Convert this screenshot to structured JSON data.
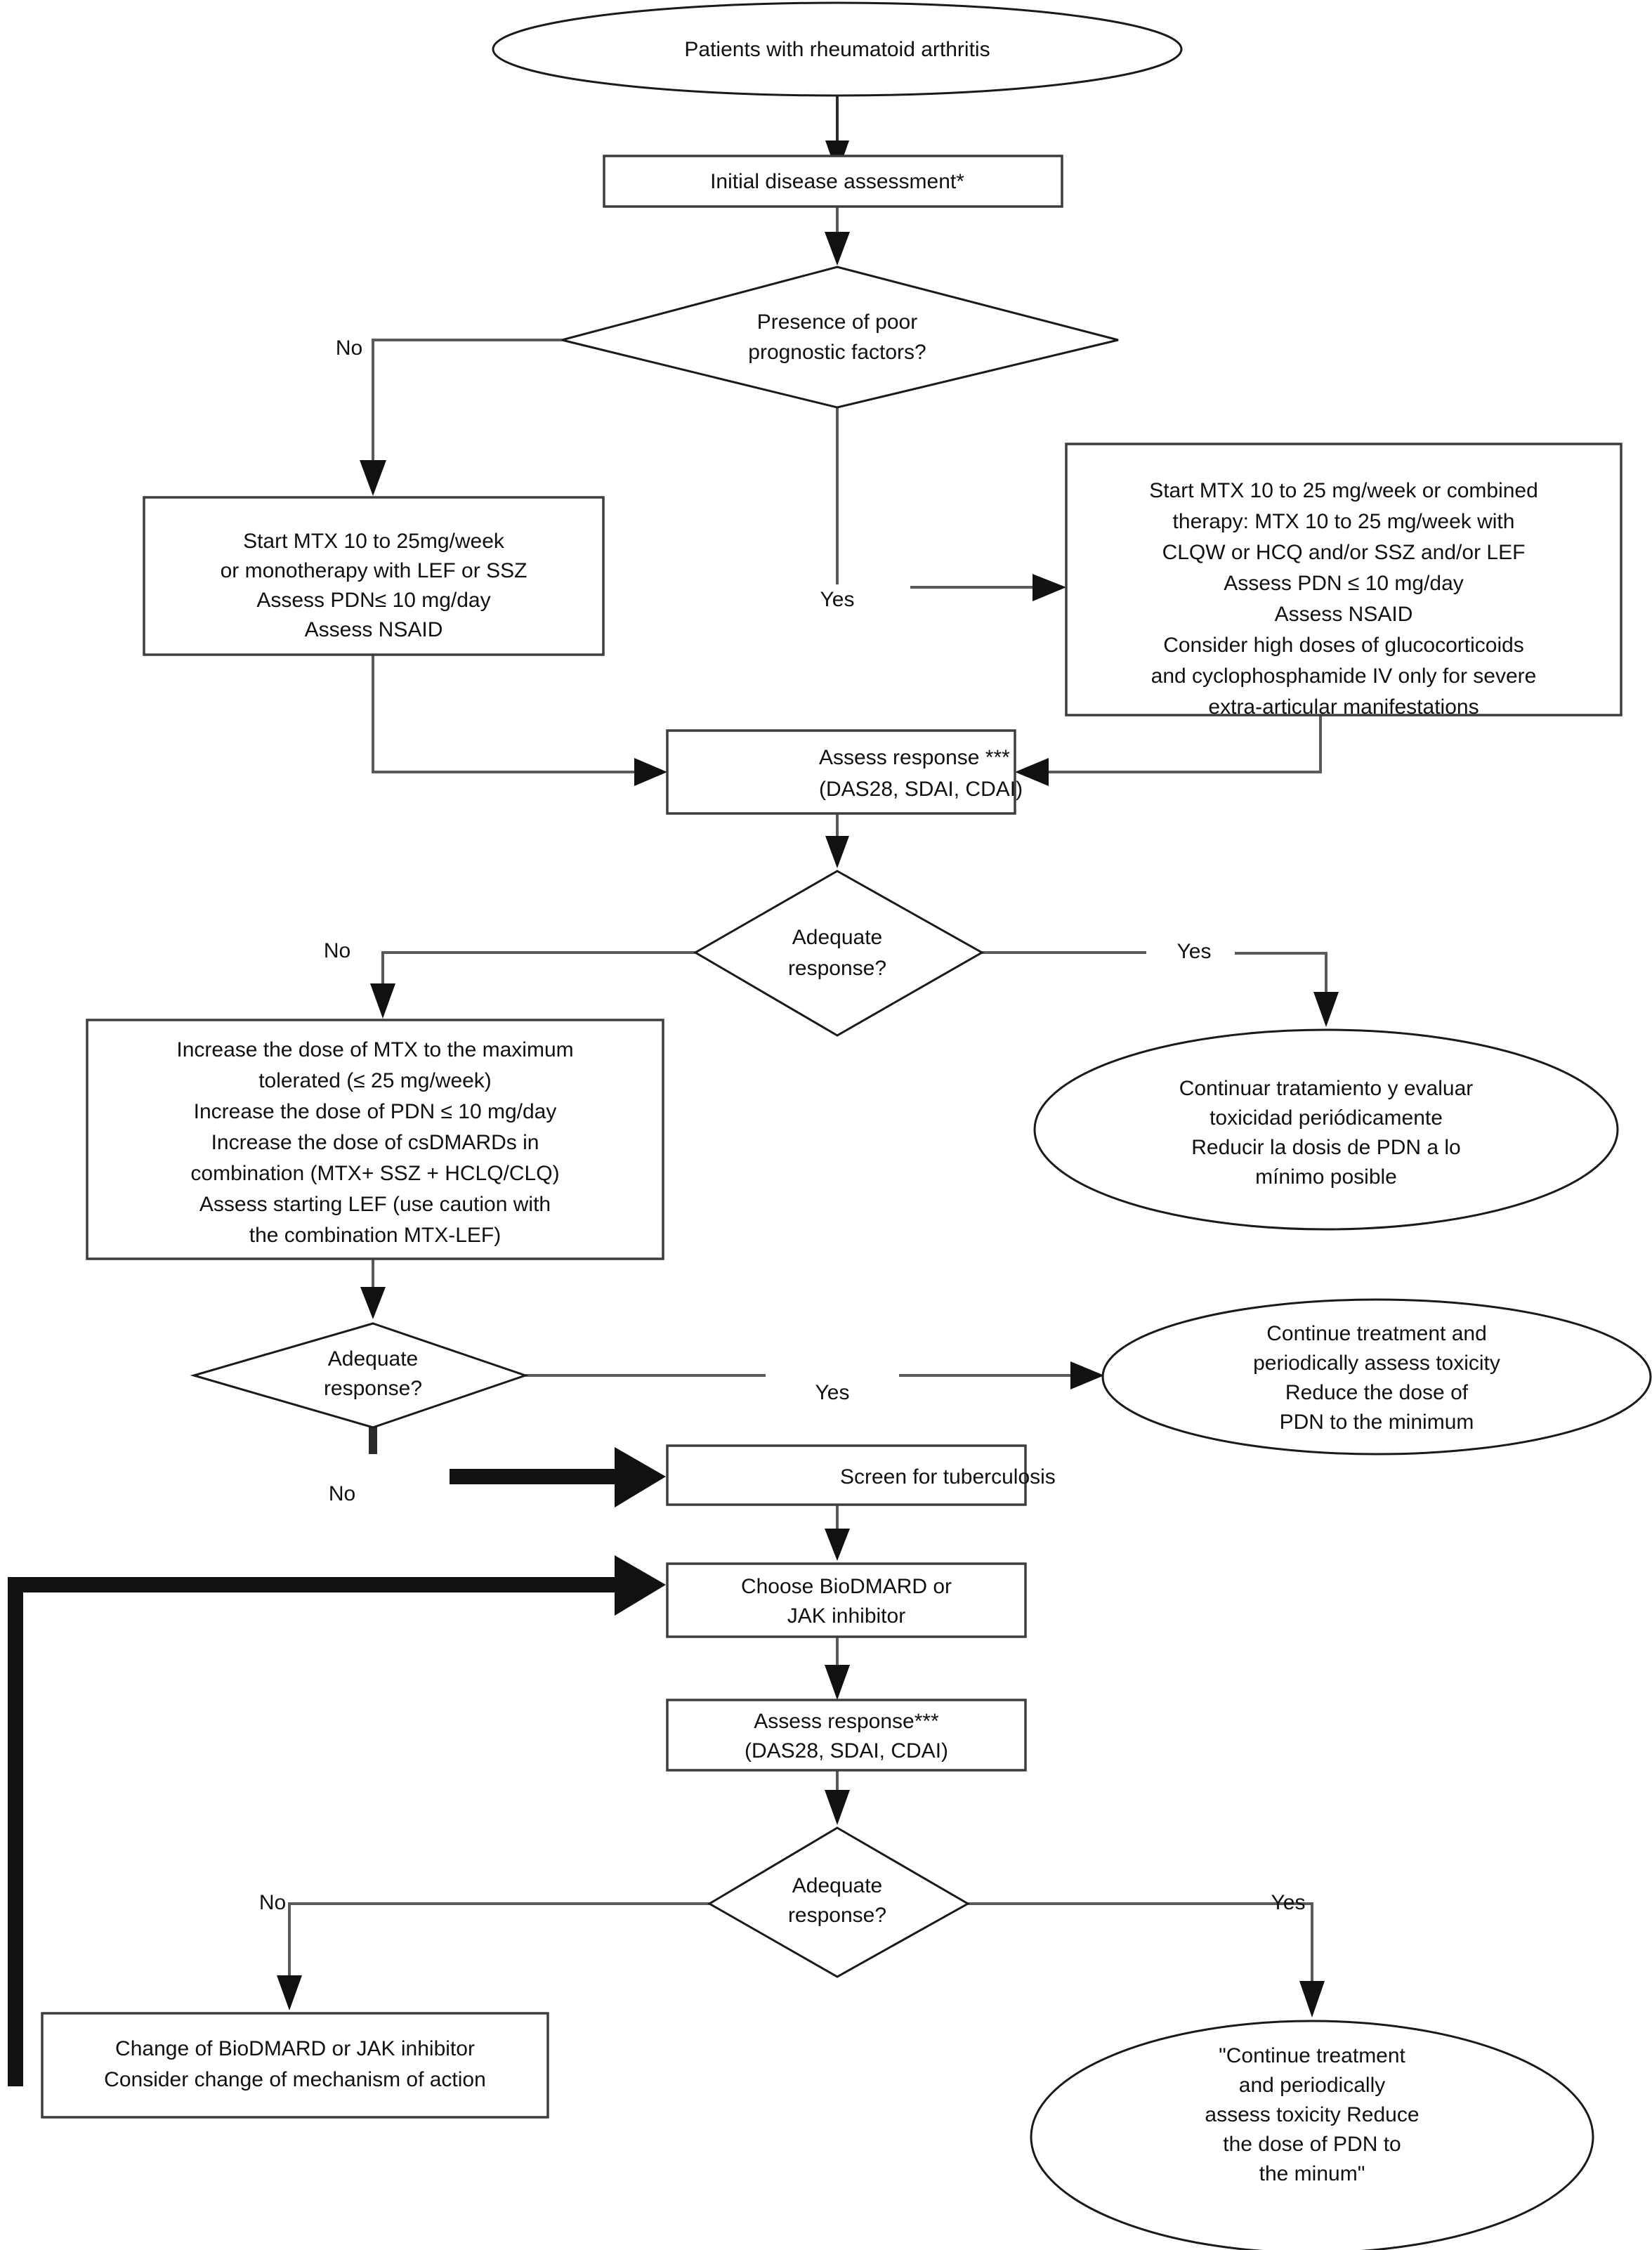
{
  "diagram": {
    "title": "Rheumatoid arthritis treatment algorithm flowchart",
    "colors": {
      "background": "#ffffff",
      "shape_outline": "#1a1a1a",
      "box_outline": "#3d3d3d",
      "connector": "#5a5a5a",
      "arrowhead": "#111111",
      "text": "#111111"
    }
  },
  "nodes": {
    "start": {
      "shape": "ellipse",
      "lines": [
        "Patients with rheumatoid arthritis"
      ]
    },
    "initial_assessment": {
      "shape": "process",
      "lines": [
        "Initial disease assessment*"
      ]
    },
    "poor_prognostic": {
      "shape": "decision",
      "lines": [
        "Presence of poor",
        "prognostic factors?"
      ]
    },
    "start_mtx_mono": {
      "shape": "process",
      "lines": [
        "Start MTX 10 to 25mg/week",
        "or monotherapy with LEF or SSZ",
        "Assess PDN≤ 10 mg/day",
        "Assess NSAID"
      ]
    },
    "start_mtx_combined": {
      "shape": "process",
      "lines": [
        "Start MTX 10 to 25 mg/week or combined",
        "therapy: MTX 10 to 25 mg/week with",
        "CLQW or HCQ and/or SSZ and/or LEF",
        "Assess PDN ≤ 10 mg/day",
        "Assess NSAID",
        "Consider high doses of glucocorticoids",
        "and cyclophosphamide IV only for severe",
        "extra-articular manifestations"
      ]
    },
    "assess_response_1": {
      "shape": "process",
      "lines": [
        "Assess response ***",
        "(DAS28, SDAI, CDAI)"
      ]
    },
    "adequate_1": {
      "shape": "decision",
      "lines": [
        "Adequate",
        "response?"
      ]
    },
    "continuar_es": {
      "shape": "ellipse",
      "lines": [
        "Continuar tratamiento y evaluar",
        "toxicidad periódicamente",
        "Reducir la dosis de PDN a lo",
        "mínimo posible"
      ]
    },
    "increase_dose": {
      "shape": "process",
      "lines": [
        "Increase the dose of MTX to the maximum",
        "tolerated (≤ 25 mg/week)",
        "Increase the dose of PDN ≤ 10 mg/day",
        "Increase the dose of csDMARDs in",
        "combination (MTX+ SSZ + HCLQ/CLQ)",
        "Assess starting LEF (use caution with",
        "the combination MTX-LEF)"
      ]
    },
    "adequate_2": {
      "shape": "decision",
      "lines": [
        "Adequate",
        "response?"
      ]
    },
    "continue_en_1": {
      "shape": "ellipse",
      "lines": [
        "Continue treatment and",
        "periodically assess toxicity",
        "Reduce the dose of",
        "PDN to the minimum"
      ]
    },
    "screen_tb": {
      "shape": "process",
      "lines": [
        "Screen for tuberculosis"
      ]
    },
    "choose_biodmard": {
      "shape": "process",
      "lines": [
        "Choose BioDMARD or",
        "JAK inhibitor"
      ]
    },
    "assess_response_2": {
      "shape": "process",
      "lines": [
        "Assess response***",
        "(DAS28, SDAI, CDAI)"
      ]
    },
    "adequate_3": {
      "shape": "decision",
      "lines": [
        "Adequate",
        "response?"
      ]
    },
    "change_biodmard": {
      "shape": "process",
      "lines": [
        "Change of BioDMARD or JAK inhibitor",
        "Consider change of mechanism of action"
      ]
    },
    "continue_en_2": {
      "shape": "ellipse",
      "lines": [
        "\"Continue treatment",
        "and periodically",
        "assess toxicity Reduce",
        "the dose of PDN to",
        "the minum\""
      ]
    }
  },
  "edge_labels": {
    "no_1": "No",
    "yes_1": "Yes",
    "no_2": "No",
    "yes_2": "Yes",
    "no_3": "No",
    "yes_3": "Yes",
    "no_4": "No",
    "yes_4": "Yes"
  }
}
